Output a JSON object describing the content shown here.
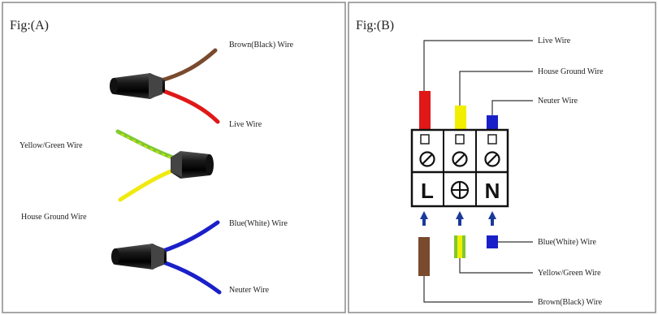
{
  "panel_a": {
    "title": "Fig:(A)",
    "labels": {
      "brown_black": "Brown(Black) Wire",
      "live": "Live Wire",
      "yellow_green": "Yellow/Green Wire",
      "house_ground": "House Ground Wire",
      "blue_white": "Blue(White) Wire",
      "neuter": "Neuter Wire"
    }
  },
  "panel_b": {
    "title": "Fig:(B)",
    "top_labels": {
      "live": "Live Wire",
      "house_ground": "House Ground Wire",
      "neuter": "Neuter Wire"
    },
    "terminals": {
      "l": "L",
      "n": "N",
      "ground_symbol": "earth-ground-icon"
    },
    "bottom_labels": {
      "blue_white": "Blue(White) Wire",
      "yellow_green": "Yellow/Green Wire",
      "brown_black": "Brown(Black) Wire"
    }
  },
  "colors": {
    "brown": "#7a4a2e",
    "red": "#e01818",
    "yellow_green": "#c8d400",
    "green": "#7ec832",
    "yellow": "#f2ee00",
    "blue": "#1a20c8",
    "cap": "#1e1e1e"
  }
}
